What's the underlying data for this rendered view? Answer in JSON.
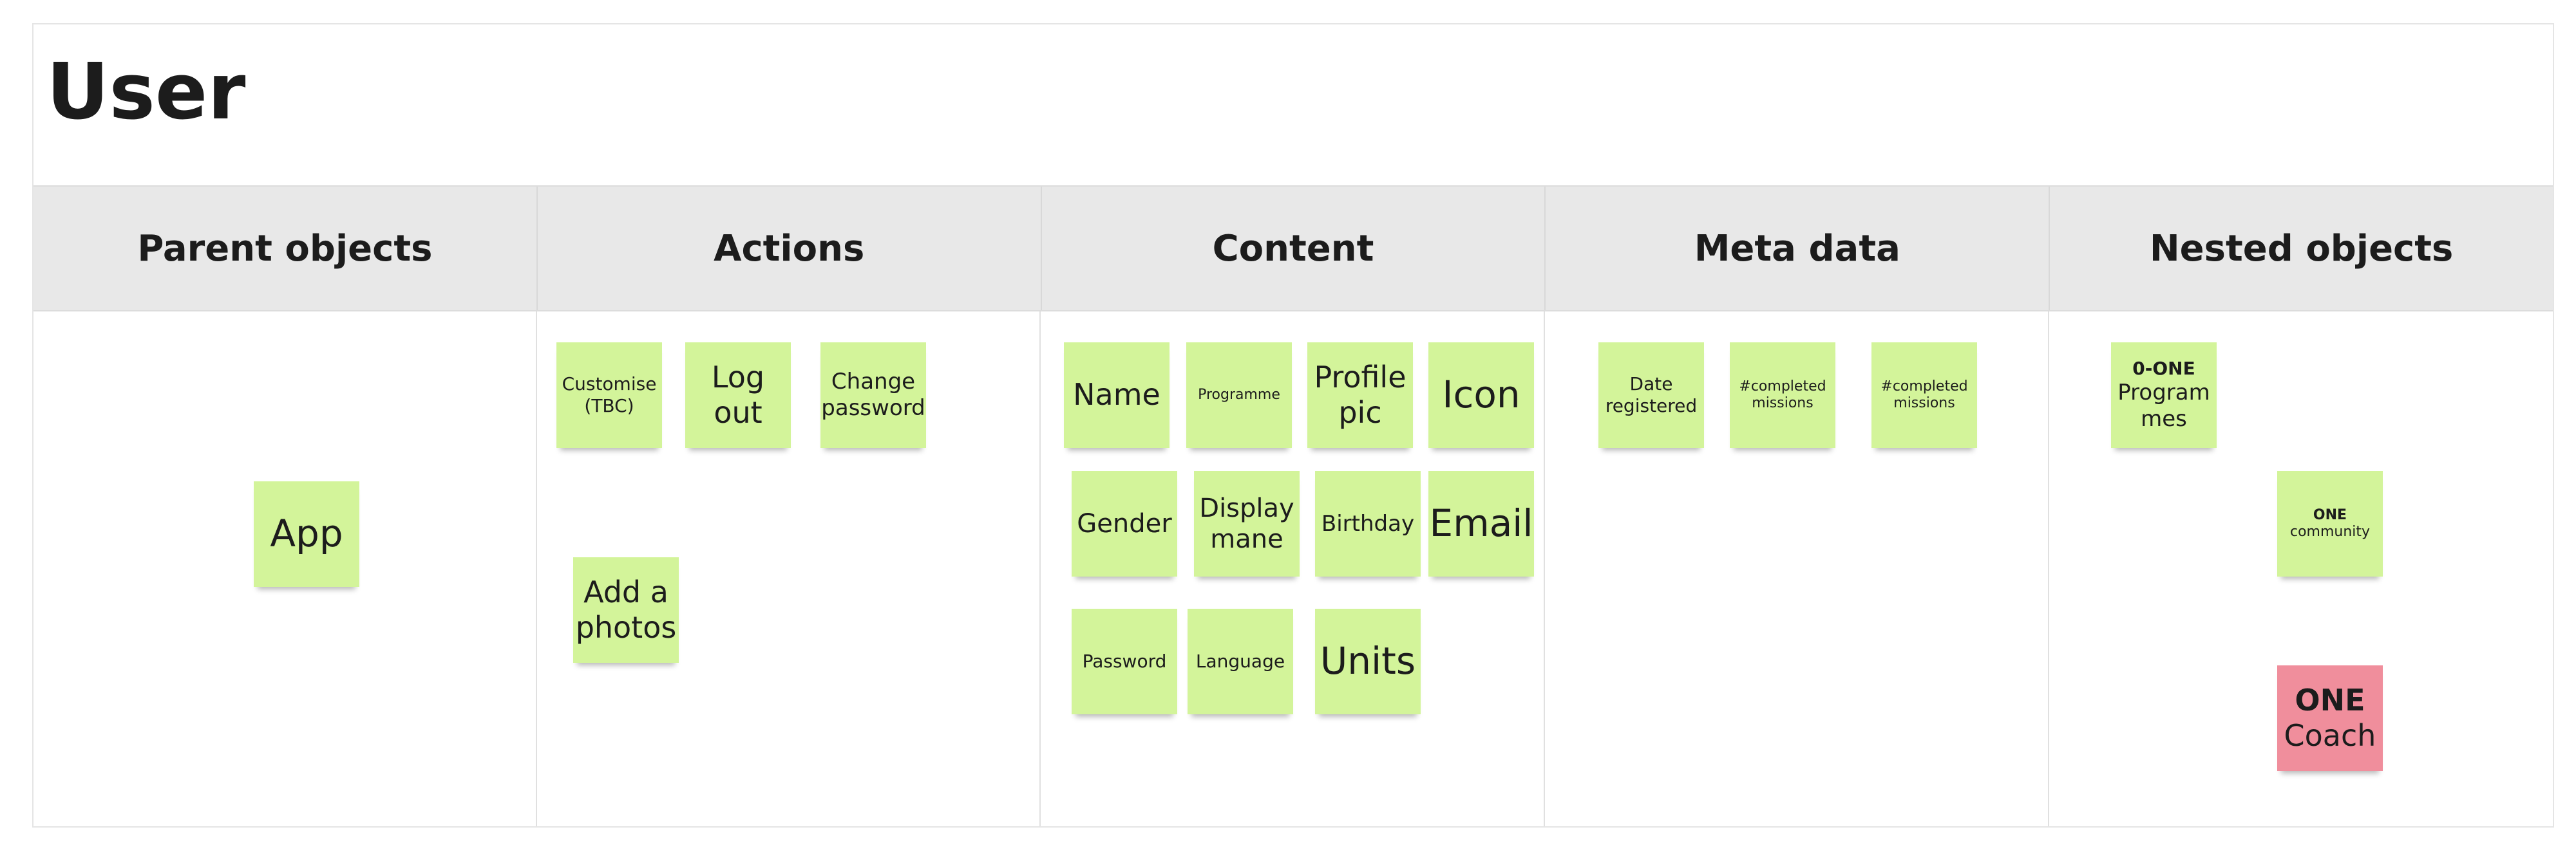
{
  "board": {
    "title": "User",
    "columns": [
      "Parent objects",
      "Actions",
      "Content",
      "Meta data",
      "Nested objects"
    ]
  },
  "stickies": {
    "parent": {
      "app": "App"
    },
    "actions": {
      "customise": "Customise (TBC)",
      "logout": "Log out",
      "change_password": "Change password",
      "add_photos": "Add a photos"
    },
    "content": {
      "name": "Name",
      "programme": "Programme",
      "profile_pic": "Profile pic",
      "icon": "Icon",
      "gender": "Gender",
      "display_name": "Display mane",
      "birthday": "Birthday",
      "email": "Email",
      "password": "Password",
      "language": "Language",
      "units": "Units"
    },
    "meta": {
      "date_registered": "Date registered",
      "completed_missions_1": "#completed missions",
      "completed_missions_2": "#completed missions"
    },
    "nested": {
      "programmes_qualifier": "0-ONE",
      "programmes_label": "Program mes",
      "community_qualifier": "ONE",
      "community_label": "community",
      "coach_qualifier": "ONE",
      "coach_label": "Coach"
    }
  },
  "colors": {
    "sticky_green": "#d3f49a",
    "sticky_pink": "#f08e9c",
    "header_bg": "#e8e8e8"
  }
}
